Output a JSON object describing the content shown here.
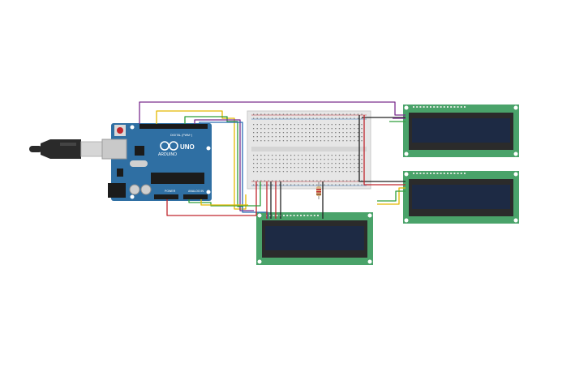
{
  "arduino": {
    "brand": "ARDUINO",
    "model": "UNO",
    "digital_label": "DIGITAL (PWM~)",
    "power_label": "POWER",
    "analog_label": "ANALOG IN"
  },
  "colors": {
    "canvas_bg": "#ffffff",
    "arduino_board": "#2f6fa3",
    "arduino_board_dark": "#1f4f7a",
    "lcd_board": "#4aa36a",
    "lcd_screen": "#1d2a44",
    "lcd_bezel": "#2b2b2b",
    "breadboard": "#e6e6e6",
    "wire_purple": "#7b2d8e",
    "wire_yellow": "#e3b800",
    "wire_green": "#2e9e3a",
    "wire_red": "#c0262d",
    "wire_black": "#222222",
    "wire_blue": "#2a6db5",
    "usb_cable": "#2a2a2a"
  },
  "components": {
    "lcds": [
      {
        "name": "lcd-display-top-right"
      },
      {
        "name": "lcd-display-middle-right"
      },
      {
        "name": "lcd-display-bottom-center"
      }
    ],
    "resistor": {
      "name": "resistor"
    },
    "breadboard": {
      "name": "breadboard"
    }
  }
}
